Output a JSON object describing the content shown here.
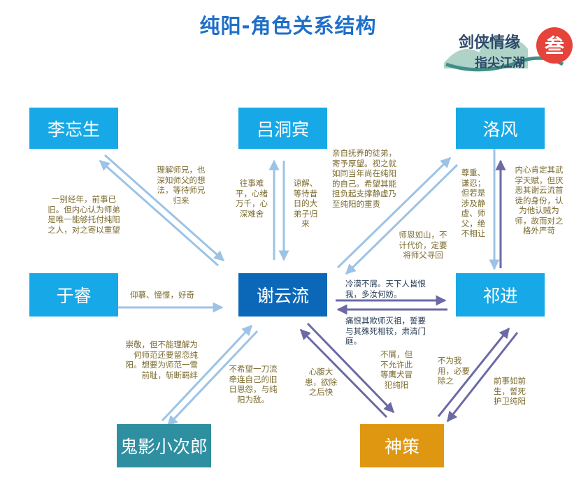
{
  "title": "纯阳-角色关系结构",
  "logo": {
    "text_line1": "剑侠情缘",
    "text_line2": "指尖江湖",
    "badge": "叁"
  },
  "nodes": {
    "li": "李忘生",
    "lv": "吕洞宾",
    "luo": "洛风",
    "yu": "于睿",
    "xie": "谢云流",
    "qi": "祁进",
    "gui": "鬼影小次郎",
    "shen": "神策"
  },
  "labels": {
    "li_to_xie": [
      "一别经年，前事已",
      "旧。但内心认为师弟",
      "是唯一能够托付纯阳",
      "之人，对之寄以重望"
    ],
    "xie_to_li": [
      "理解师兄，也",
      "深知师父的想",
      "法，等待师兄",
      "归来"
    ],
    "xie_to_lv": [
      "往事难",
      "平，心绪",
      "万千，心",
      "深难舍"
    ],
    "lv_to_xie": [
      "谅解、",
      "等待昔",
      "日的大",
      "弟子归",
      "来"
    ],
    "xie_to_luo": [
      "亲自抚养的徒弟，",
      "寄予厚望。视之就",
      "如同当年尚在纯阳",
      "的自己。希望其能",
      "担负起支撑静虚乃",
      "至纯阳的重责"
    ],
    "luo_to_xie": [
      "师恩如山，不",
      "计代价，定要",
      "将师父寻回"
    ],
    "luo_qi": [
      "尊重、",
      "谦忍；",
      "但若是",
      "涉及静",
      "虚、师",
      "父，绝",
      "不相让"
    ],
    "qi_luo": [
      "内心肯定其武",
      "学天赋，但厌",
      "恶其谢云流首",
      "徒的身份，认",
      "为他认贼为",
      "师，故而对之",
      "格外严苛"
    ],
    "yu_to_xie": [
      "仰慕、憧憬，好奇"
    ],
    "xie_to_qi": [
      "冷漠不屑。天下人皆恨",
      "我，多汝何妨。"
    ],
    "qi_to_xie": [
      "痛恨其欺师灭祖，誓要",
      "与其殊死相较，肃清门",
      "庭。"
    ],
    "gui_to_xie": [
      "崇敬，但不能理解为",
      "何师范还要留恋纯",
      "阳。想要为师范一雪",
      "前耻，斩断羁绊"
    ],
    "xie_to_gui": [
      "不希望一刀流",
      "牵连自己的旧",
      "日恩怨，与纯",
      "阳为敌。"
    ],
    "shen_to_xie": [
      "心腹大",
      "患，欲除",
      "之后快"
    ],
    "xie_to_shen": [
      "不屑，但",
      "不允许此",
      "等鹰犬冒",
      "犯纯阳"
    ],
    "shen_to_qi": [
      "不为我",
      "用，必要",
      "除之"
    ],
    "qi_to_shen": [
      "前事如前",
      "生，誓死",
      "护卫纯阳"
    ]
  },
  "colors": {
    "title": "#1f6fc9",
    "node_light": "#17a9e7",
    "node_center": "#0b68b8",
    "node_gui": "#2e8fa0",
    "node_shen": "#df9712",
    "arrow_light": "#9cc3e6",
    "arrow_dark": "#6b6aa6",
    "label": "#7a6a2e"
  }
}
